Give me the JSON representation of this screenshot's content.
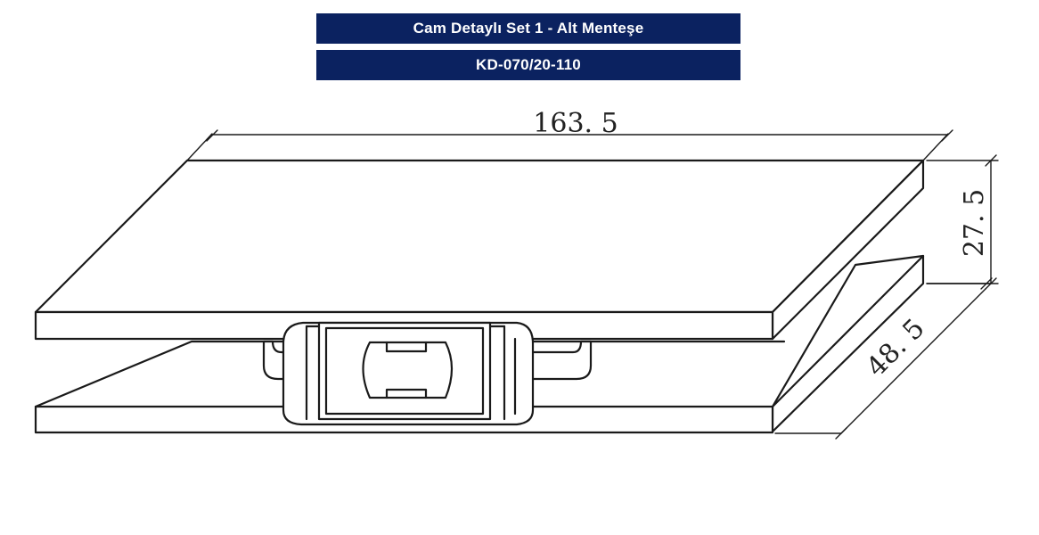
{
  "header": {
    "title": "Cam Detaylı Set 1 - Alt Menteşe",
    "code": "KD-070/20-110"
  },
  "dimensions": {
    "length": "163. 5",
    "height": "27. 5",
    "depth": "48. 5"
  },
  "colors": {
    "header_background": "#0b2260",
    "header_text": "#ffffff",
    "line": "#1a1a1a"
  }
}
